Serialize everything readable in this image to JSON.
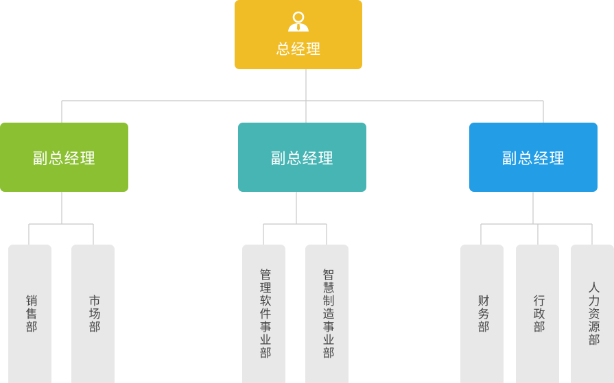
{
  "colors": {
    "ceo": "#F0BD26",
    "vp_left": "#8CC033",
    "vp_middle": "#48B5B5",
    "vp_right": "#239EE6",
    "department": "#E8E8E8",
    "connector": "#C8C8C8"
  },
  "ceo": {
    "icon": "person-icon",
    "title": "总经理"
  },
  "vps": [
    {
      "title": "副总经理",
      "departments": [
        "销售部",
        "市场部"
      ]
    },
    {
      "title": "副总经理",
      "departments": [
        "管理软件事业部",
        "智慧制造事业部"
      ]
    },
    {
      "title": "副总经理",
      "departments": [
        "财务部",
        "行政部",
        "人力资源部"
      ]
    }
  ]
}
